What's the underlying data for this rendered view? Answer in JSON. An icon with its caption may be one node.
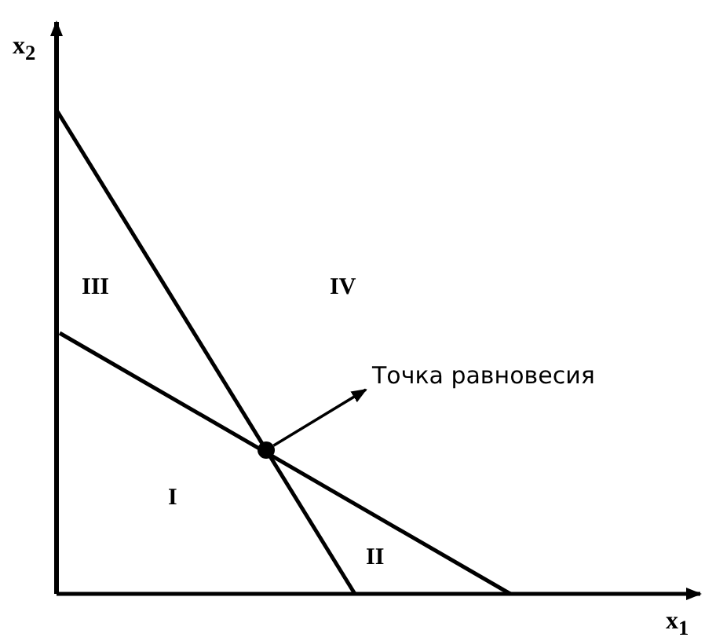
{
  "diagram": {
    "nodes": [
      {
        "text": [
          "Точка равновесия"
        ]
      },
      {
        "text": [],
        "shape": "circle"
      }
    ],
    "edges": [
      {
        "from": 1,
        "to": 0,
        "arrow": "to"
      }
    ],
    "labels": [
      "x$_{2}$",
      "III",
      "IV",
      "I",
      "II",
      "x$_{1}$"
    ]
  }
}
